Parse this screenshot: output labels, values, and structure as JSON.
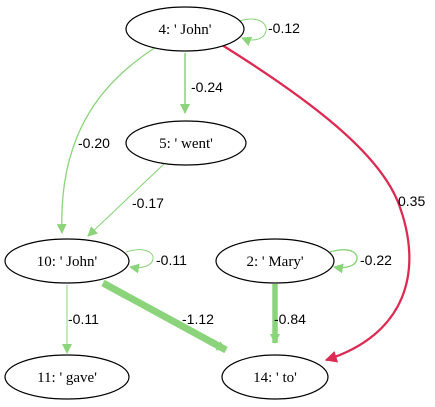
{
  "colors": {
    "positive_edge": "#dc2a52",
    "negative_edge": "#8bd47b",
    "node_stroke": "#000000",
    "node_fill": "#ffffff",
    "text": "#000000"
  },
  "nodes": [
    {
      "id": "n4",
      "label": "4: ' John'"
    },
    {
      "id": "n5",
      "label": "5: ' went'"
    },
    {
      "id": "n10",
      "label": "10: ' John'"
    },
    {
      "id": "n2",
      "label": "2: ' Mary'"
    },
    {
      "id": "n11",
      "label": "11: ' gave'"
    },
    {
      "id": "n14",
      "label": "14: ' to'"
    }
  ],
  "edges": [
    {
      "id": "e4_4",
      "from": "n4",
      "to": "n4",
      "weight": -0.12,
      "label": "-0.12"
    },
    {
      "id": "e4_5",
      "from": "n4",
      "to": "n5",
      "weight": -0.24,
      "label": "-0.24"
    },
    {
      "id": "e4_10",
      "from": "n4",
      "to": "n10",
      "weight": -0.2,
      "label": "-0.20"
    },
    {
      "id": "e4_14",
      "from": "n4",
      "to": "n14",
      "weight": 0.35,
      "label": "0.35"
    },
    {
      "id": "e5_10",
      "from": "n5",
      "to": "n10",
      "weight": -0.17,
      "label": "-0.17"
    },
    {
      "id": "e10_10",
      "from": "n10",
      "to": "n10",
      "weight": -0.11,
      "label": "-0.11"
    },
    {
      "id": "e10_11",
      "from": "n10",
      "to": "n11",
      "weight": -0.11,
      "label": "-0.11"
    },
    {
      "id": "e10_14",
      "from": "n10",
      "to": "n14",
      "weight": -1.12,
      "label": "-1.12"
    },
    {
      "id": "e2_2",
      "from": "n2",
      "to": "n2",
      "weight": -0.22,
      "label": "-0.22"
    },
    {
      "id": "e2_14",
      "from": "n2",
      "to": "n14",
      "weight": -0.84,
      "label": "-0.84"
    }
  ]
}
